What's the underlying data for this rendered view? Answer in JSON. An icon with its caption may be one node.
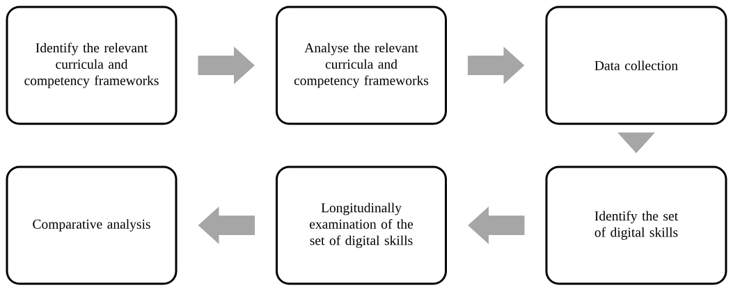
{
  "diagram": {
    "nodes": [
      {
        "text": [
          "Identify the relevant curricula and competency frameworks"
        ]
      },
      {
        "text": [
          "Analyse the relevant curricula and competency frameworks"
        ]
      },
      {
        "text": [
          "Data collection"
        ]
      },
      {
        "text": [
          "Comparative analysis"
        ]
      },
      {
        "text": [
          "Longitudinally examination of the set of digital skills"
        ]
      },
      {
        "text": [
          "Identify the set of digital skills"
        ]
      }
    ],
    "edges": [
      {
        "from": 0,
        "to": 1,
        "arrow": "to"
      },
      {
        "from": 1,
        "to": 2,
        "arrow": "to"
      },
      {
        "from": 2,
        "to": 5,
        "arrow": "to"
      },
      {
        "from": 5,
        "to": 4,
        "arrow": "to"
      },
      {
        "from": 4,
        "to": 3,
        "arrow": "to"
      }
    ]
  }
}
